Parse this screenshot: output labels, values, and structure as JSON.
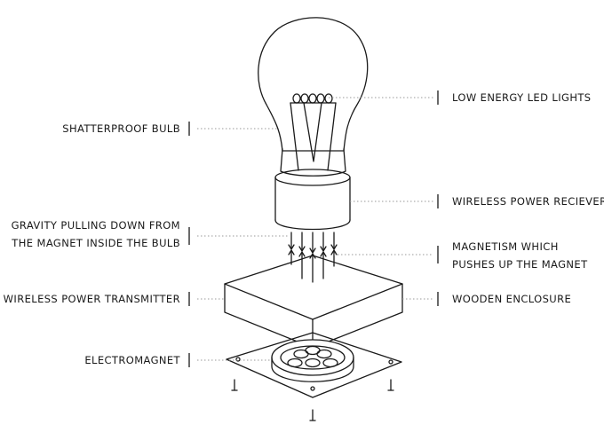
{
  "diagram": {
    "labels": {
      "shatterproof_bulb": "SHATTERPROOF BULB",
      "low_energy_led": "LOW ENERGY LED LIGHTS",
      "wireless_receiver": "WIRELESS POWER RECIEVER",
      "gravity_line1": "GRAVITY PULLING DOWN FROM",
      "gravity_line2": "THE MAGNET INSIDE THE BULB",
      "magnetism_line1": "MAGNETISM WHICH",
      "magnetism_line2": "PUSHES UP THE MAGNET",
      "wireless_transmitter": "WIRELESS POWER TRANSMITTER",
      "wooden_enclosure": "WOODEN ENCLOSURE",
      "electromagnet": "ELECTROMAGNET"
    },
    "colors": {
      "stroke": "#1a1a1a",
      "leader": "#9a9a9a",
      "background": "#ffffff"
    }
  }
}
